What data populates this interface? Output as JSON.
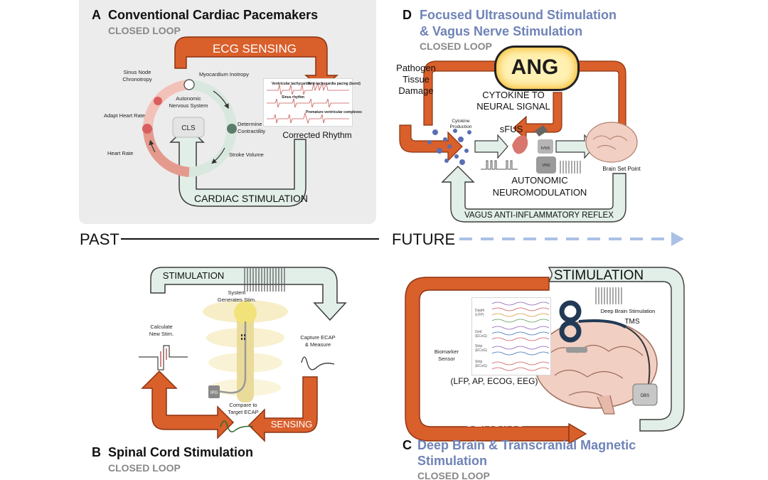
{
  "panel_a": {
    "letter": "A",
    "title": "Conventional Cardiac Pacemakers",
    "mode": "CLOSED LOOP",
    "top_arrow": "ECG SENSING",
    "bottom_arrow": "CARDIAC STIMULATION",
    "cycle_labels": {
      "sinus": "Sinus Node\nChronotropy",
      "myocardium": "Myocardium Inotropy",
      "ans": "Autonomic\nNervous System",
      "determine": "Determine\nContractility",
      "adapt": "Adapt Heart Rate",
      "heart_rate": "Heart Rate",
      "stroke": "Stroke Volume",
      "cls": "CLS"
    },
    "ecg": {
      "vt": "Ventricular tachycardia",
      "atp": "Anti-tachycardia pacing (burst)",
      "sinus": "Sinus rhythm",
      "pvc": "Premature ventricular complexes"
    },
    "corrected": "Corrected Rhythm"
  },
  "panel_b": {
    "letter": "B",
    "title": "Spinal Cord Stimulation",
    "mode": "CLOSED LOOP",
    "top_arrow": "STIMULATION",
    "bottom_arrow": "SENSING",
    "labels": {
      "system": "System\nGenerates Stim.",
      "calc": "Calculate\nNew Stim.",
      "capture": "Capture ECAP\n& Measure",
      "compare": "Compare to\nTarget ECAP",
      "ipg": "IPG"
    }
  },
  "panel_d": {
    "letter": "D",
    "title": "Focused Ultrasound Stimulation\n& Vagus Nerve Stimulation",
    "mode": "CLOSED LOOP",
    "ang": "ANG",
    "pathogen": "Pathogen\nTissue\nDamage",
    "cytokine_to_neural": "CYTOKINE TO\nNEURAL SIGNAL",
    "cytokine_production": "Cytokine\nProduction",
    "sfus": "sFUS",
    "autonomic": "AUTONOMIC\nNEUROMODULATION",
    "brain_set_point": "Brain Set Point",
    "tvns": "tVNS",
    "vns": "VNS",
    "bottom_arrow": "VAGUS ANTI-INFLAMMATORY REFLEX"
  },
  "panel_c": {
    "letter": "C",
    "title": "Deep Brain & Transcranial Magnetic\nStimulation",
    "mode": "CLOSED LOOP",
    "top_arrow": "STIMULATION",
    "bottom_arrow": "SENSING",
    "dbs_label": "Deep Brain Stimulation",
    "tms": "TMS",
    "biomarker": "Biomarker\nSensor",
    "signals": "(LFP, AP, ECOG, EEG)",
    "dbs": "DBS",
    "eeg_rows": [
      "Depth\n(LFP)",
      "Grid\n(ECoG)",
      "Strip\n(ECoG)",
      "Strip\n(ECoG)"
    ]
  },
  "timeline": {
    "past": "PAST",
    "future": "FUTURE"
  },
  "colors": {
    "orange": "#d95f2b",
    "mint": "#e2efe8",
    "title_blue": "#6f83b7",
    "panel_grey": "#ececec",
    "panel_blue": "#e6edf8",
    "dash_blue": "#aac0e6"
  }
}
